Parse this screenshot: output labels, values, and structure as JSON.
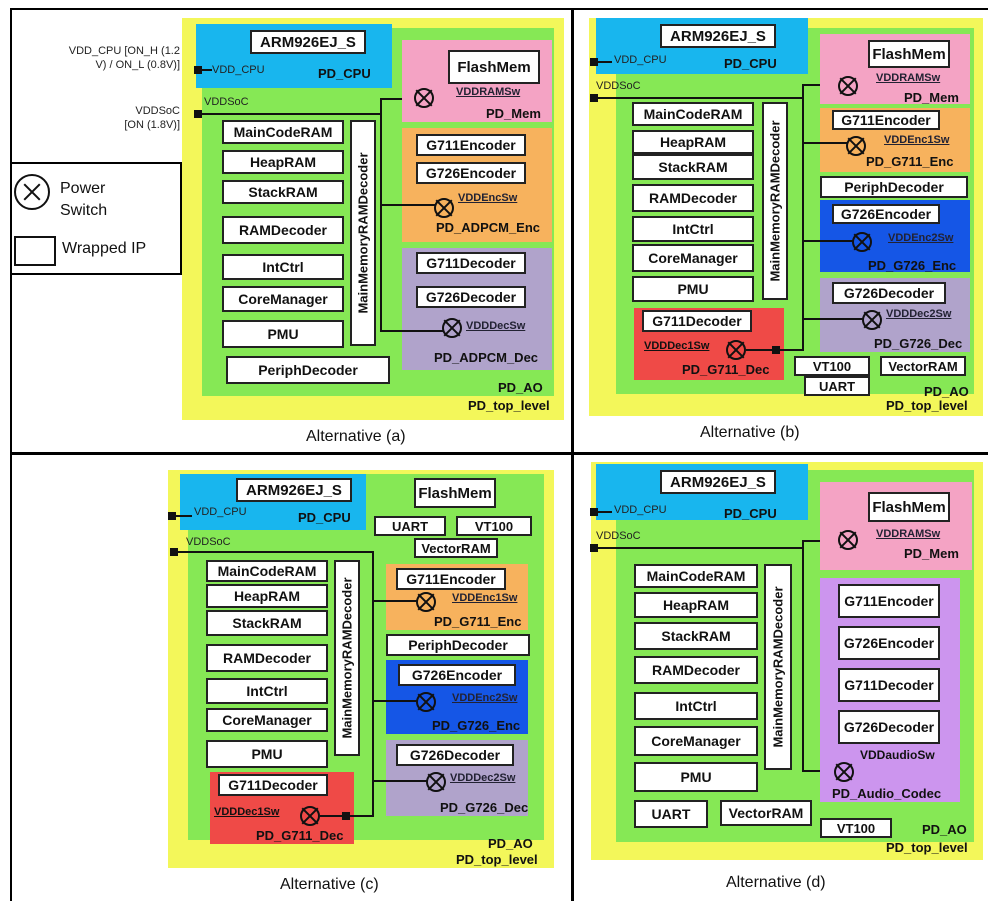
{
  "legend": {
    "power_switch": "Power\nSwitch",
    "wrapped_ip": "Wrapped IP"
  },
  "supplies": {
    "vdd_cpu_ext": "VDD_CPU [ON_H (1.2\nV) / ON_L (0.8V)]",
    "vddsoc_ext": "VDDSoC\n[ON (1.8V)]"
  },
  "common": {
    "arm": "ARM926EJ_S",
    "pd_cpu": "PD_CPU",
    "vdd_cpu": "VDD_CPU",
    "vddsoc": "VDDSoC",
    "flashmem": "FlashMem",
    "vddramsw": "VDDRAMSw",
    "pd_mem": "PD_Mem",
    "maincoderam": "MainCodeRAM",
    "heapram": "HeapRAM",
    "stackram": "StackRAM",
    "ramdecoder": "RAMDecoder",
    "intctrl": "IntCtrl",
    "coremanager": "CoreManager",
    "pmu": "PMU",
    "mmdecoder": "MainMemoryRAMDecoder",
    "pd_ao": "PD_AO",
    "pd_top": "PD_top_level",
    "g711enc": "G711Encoder",
    "g726enc": "G726Encoder",
    "g711dec": "G711Decoder",
    "g726dec": "G726Decoder",
    "periph": "PeriphDecoder",
    "uart": "UART",
    "vt100": "VT100",
    "vectorram": "VectorRAM"
  },
  "alt_a": {
    "caption": "Alternative (a)",
    "enc_sw": "VDDEncSw",
    "pd_enc": "PD_ADPCM_Enc",
    "dec_sw": "VDDDecSw",
    "pd_dec": "PD_ADPCM_Dec"
  },
  "alt_b": {
    "caption": "Alternative (b)",
    "enc1_sw": "VDDEnc1Sw",
    "pd_g711_enc": "PD_G711_Enc",
    "enc2_sw": "VDDEnc2Sw",
    "pd_g726_enc": "PD_G726_Enc",
    "dec2_sw": "VDDDec2Sw",
    "pd_g726_dec": "PD_G726_Dec",
    "dec1_sw": "VDDDec1Sw",
    "pd_g711_dec": "PD_G711_Dec"
  },
  "alt_c": {
    "caption": "Alternative (c)",
    "enc1_sw": "VDDEnc1Sw",
    "pd_g711_enc": "PD_G711_Enc",
    "enc2_sw": "VDDEnc2Sw",
    "pd_g726_enc": "PD_G726_Enc",
    "dec2_sw": "VDDDec2Sw",
    "pd_g726_dec": "PD_G726_Dec",
    "dec1_sw": "VDDDec1Sw",
    "pd_g711_dec": "PD_G711_Dec"
  },
  "alt_d": {
    "caption": "Alternative (d)",
    "audio_sw": "VDDaudioSw",
    "pd_audio": "PD_Audio_Codec"
  }
}
